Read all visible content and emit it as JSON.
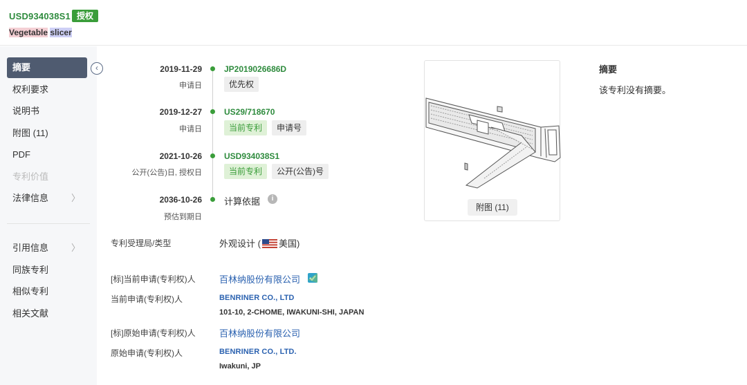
{
  "header": {
    "pub_no": "USD934038S1",
    "status_badge": "授权",
    "title_part1": "Vegetable",
    "title_part2": "slicer"
  },
  "sidebar": {
    "items": [
      {
        "label": "摘要"
      },
      {
        "label": "权利要求"
      },
      {
        "label": "说明书"
      },
      {
        "label": "附图 (11)"
      },
      {
        "label": "PDF"
      },
      {
        "label": "专利价值"
      },
      {
        "label": "法律信息"
      },
      {
        "label": "引用信息"
      },
      {
        "label": "同族专利"
      },
      {
        "label": "相似专利"
      },
      {
        "label": "相关文献"
      }
    ]
  },
  "timeline": [
    {
      "date": "2019-11-29",
      "sub": "申请日",
      "code": "JP2019026686D",
      "tags": [
        "优先权"
      ]
    },
    {
      "date": "2019-12-27",
      "sub": "申请日",
      "code": "US29/718670",
      "tags": [
        "当前专利",
        "申请号"
      ]
    },
    {
      "date": "2021-10-26",
      "sub": "公开(公告)日, 授权日",
      "code": "USD934038S1",
      "tags": [
        "当前专利",
        "公开(公告)号"
      ]
    },
    {
      "date": "2036-10-26",
      "sub": "预估到期日",
      "code": "计算依据",
      "tags": []
    }
  ],
  "figure": {
    "button_label": "附图 (11)"
  },
  "abstract": {
    "title": "摘要",
    "text": "该专利没有摘要。"
  },
  "details": {
    "office_type_label": "专利受理局/类型",
    "office_type_value": "外观设计 (",
    "office_type_country": "美国)",
    "std_current_applicant_label": "[标]当前申请(专利权)人",
    "std_current_applicant_value": "百林纳股份有限公司",
    "current_applicant_label": "当前申请(专利权)人",
    "current_applicant_value": "BENRINER CO., LTD",
    "current_applicant_address": "101-10, 2-CHOME, IWAKUNI-SHI, JAPAN",
    "std_original_applicant_label": "[标]原始申请(专利权)人",
    "std_original_applicant_value": "百林纳股份有限公司",
    "original_applicant_label": "原始申请(专利权)人",
    "original_applicant_value": "BENRINER CO., LTD.",
    "original_applicant_address": "Iwakuni, JP"
  },
  "colors": {
    "accent_green": "#3a9d3a",
    "link_blue": "#2b62b0",
    "nav_active": "#4f5b70"
  }
}
